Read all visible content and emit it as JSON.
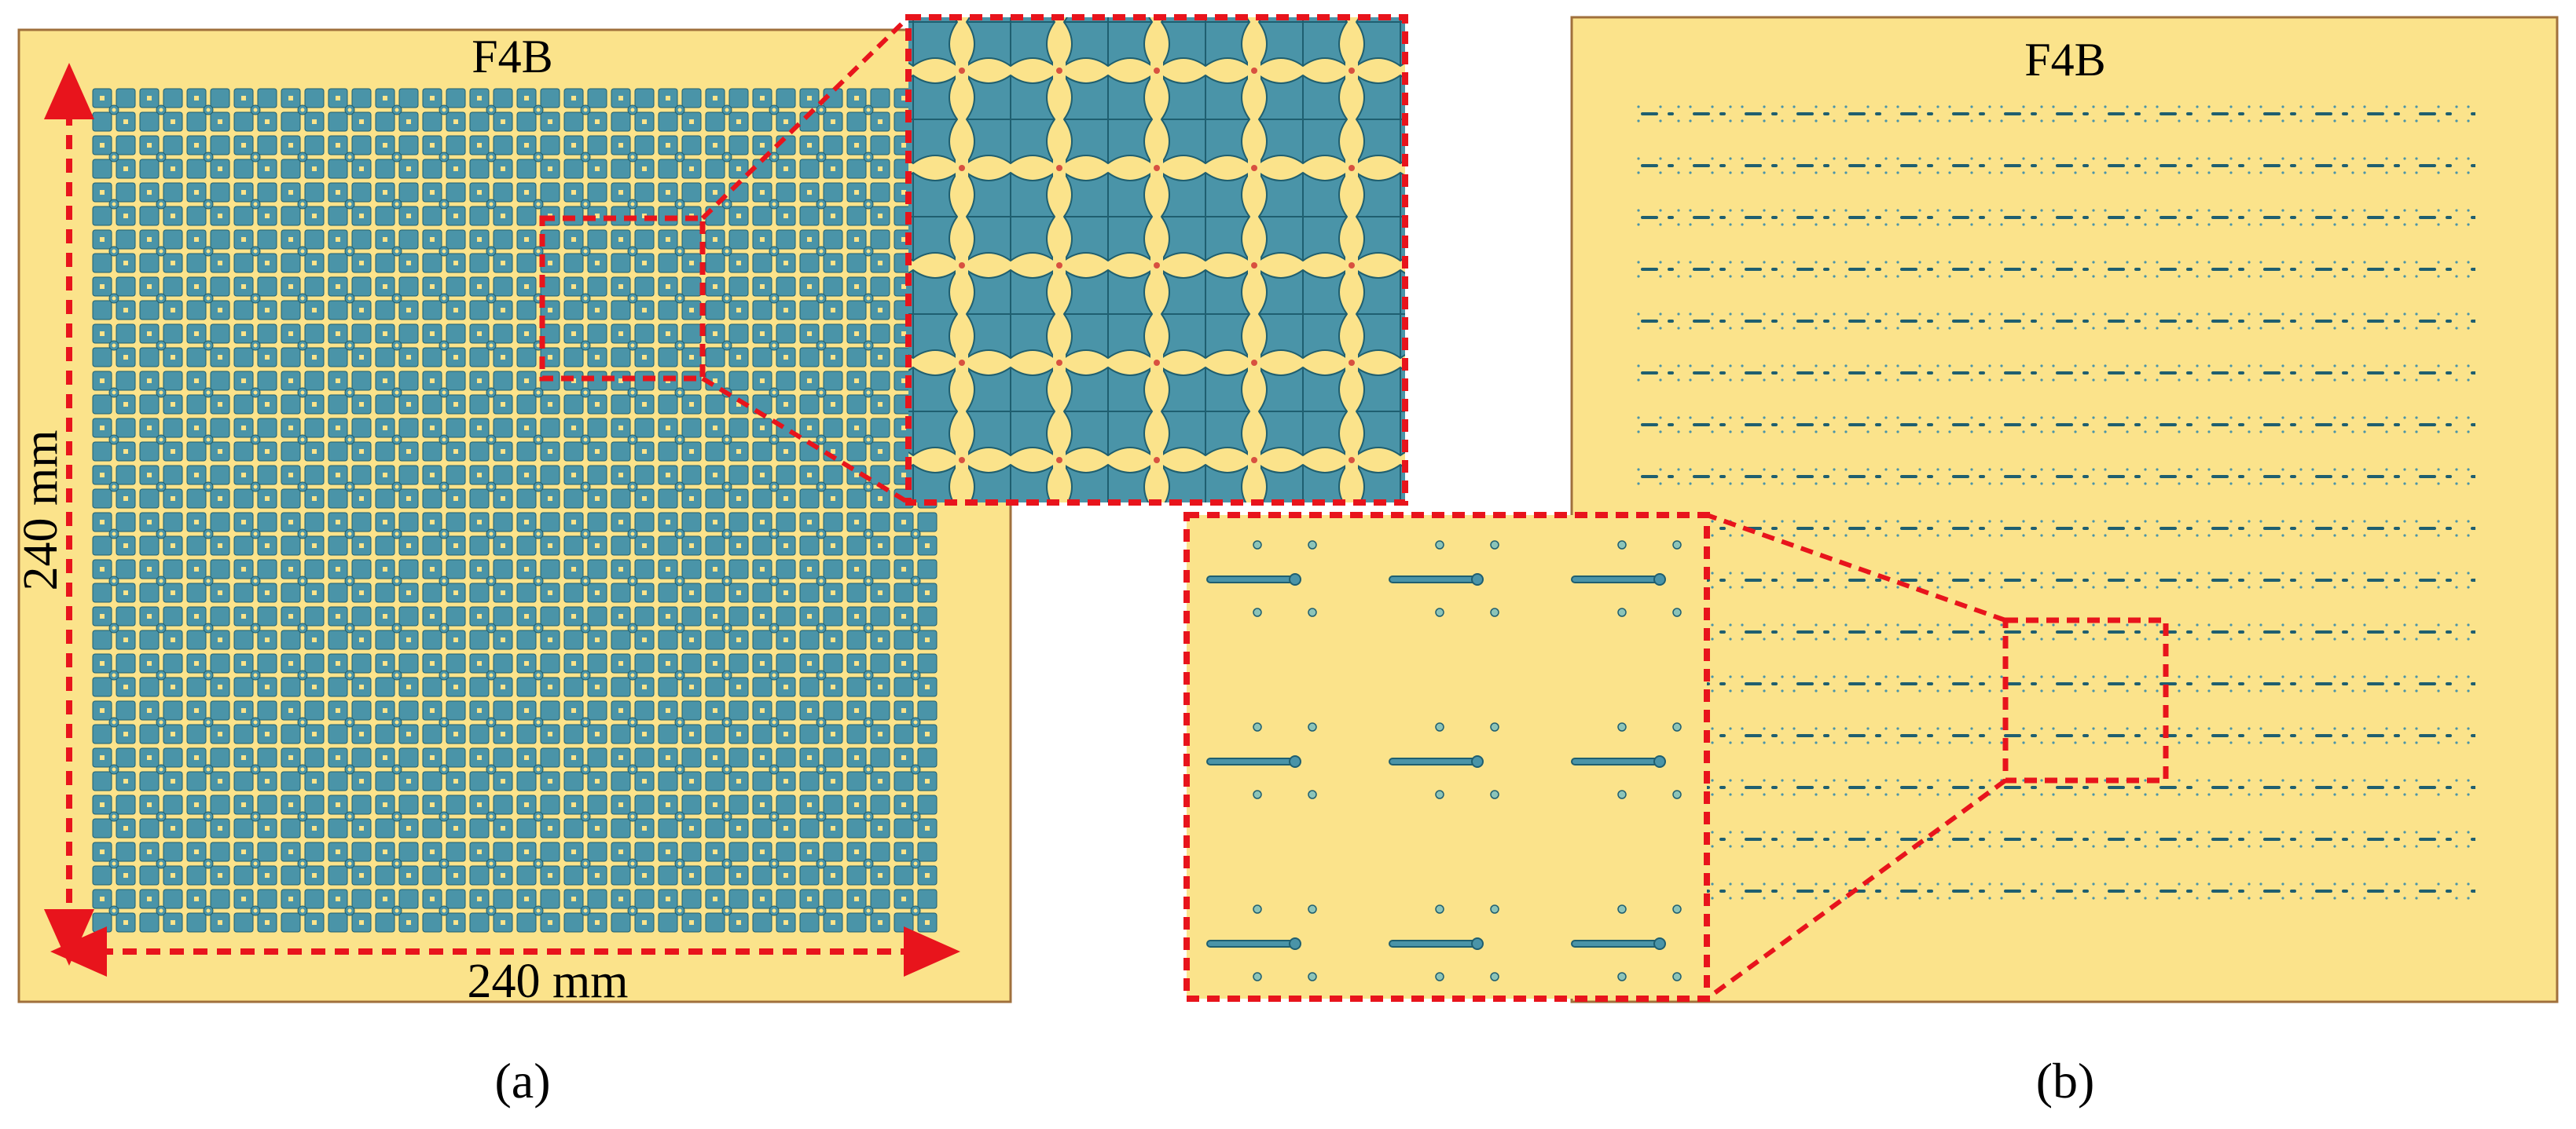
{
  "panel_a": {
    "substrate_label": "F4B",
    "width_label": "240 mm",
    "height_label": "240 mm",
    "caption": "(a)"
  },
  "panel_b": {
    "substrate_label": "F4B",
    "caption": "(b)"
  },
  "colors": {
    "substrate": "#FBE38B",
    "substrate_border": "#A0703C",
    "metal": "#4A94A8",
    "metal_stroke": "#1F5F70",
    "dimension_arrow": "#E8141C",
    "zoom_box": "#E8141C"
  }
}
